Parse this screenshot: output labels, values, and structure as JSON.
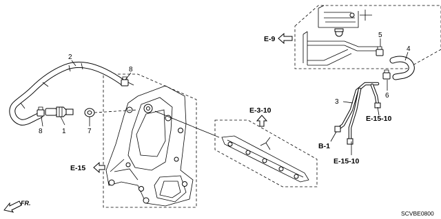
{
  "callouts": {
    "c1": "1",
    "c2": "2",
    "c3": "3",
    "c4": "4",
    "c5": "5",
    "c6": "6",
    "c7": "7",
    "c8a": "8",
    "c8b": "8"
  },
  "references": {
    "e9": "E-9",
    "e3_10": "E-3-10",
    "e15": "E-15",
    "e15_10a": "E-15-10",
    "e15_10b": "E-15-10",
    "b1": "B-1"
  },
  "direction_label": "FR.",
  "diagram_code": "SCVBE0800"
}
